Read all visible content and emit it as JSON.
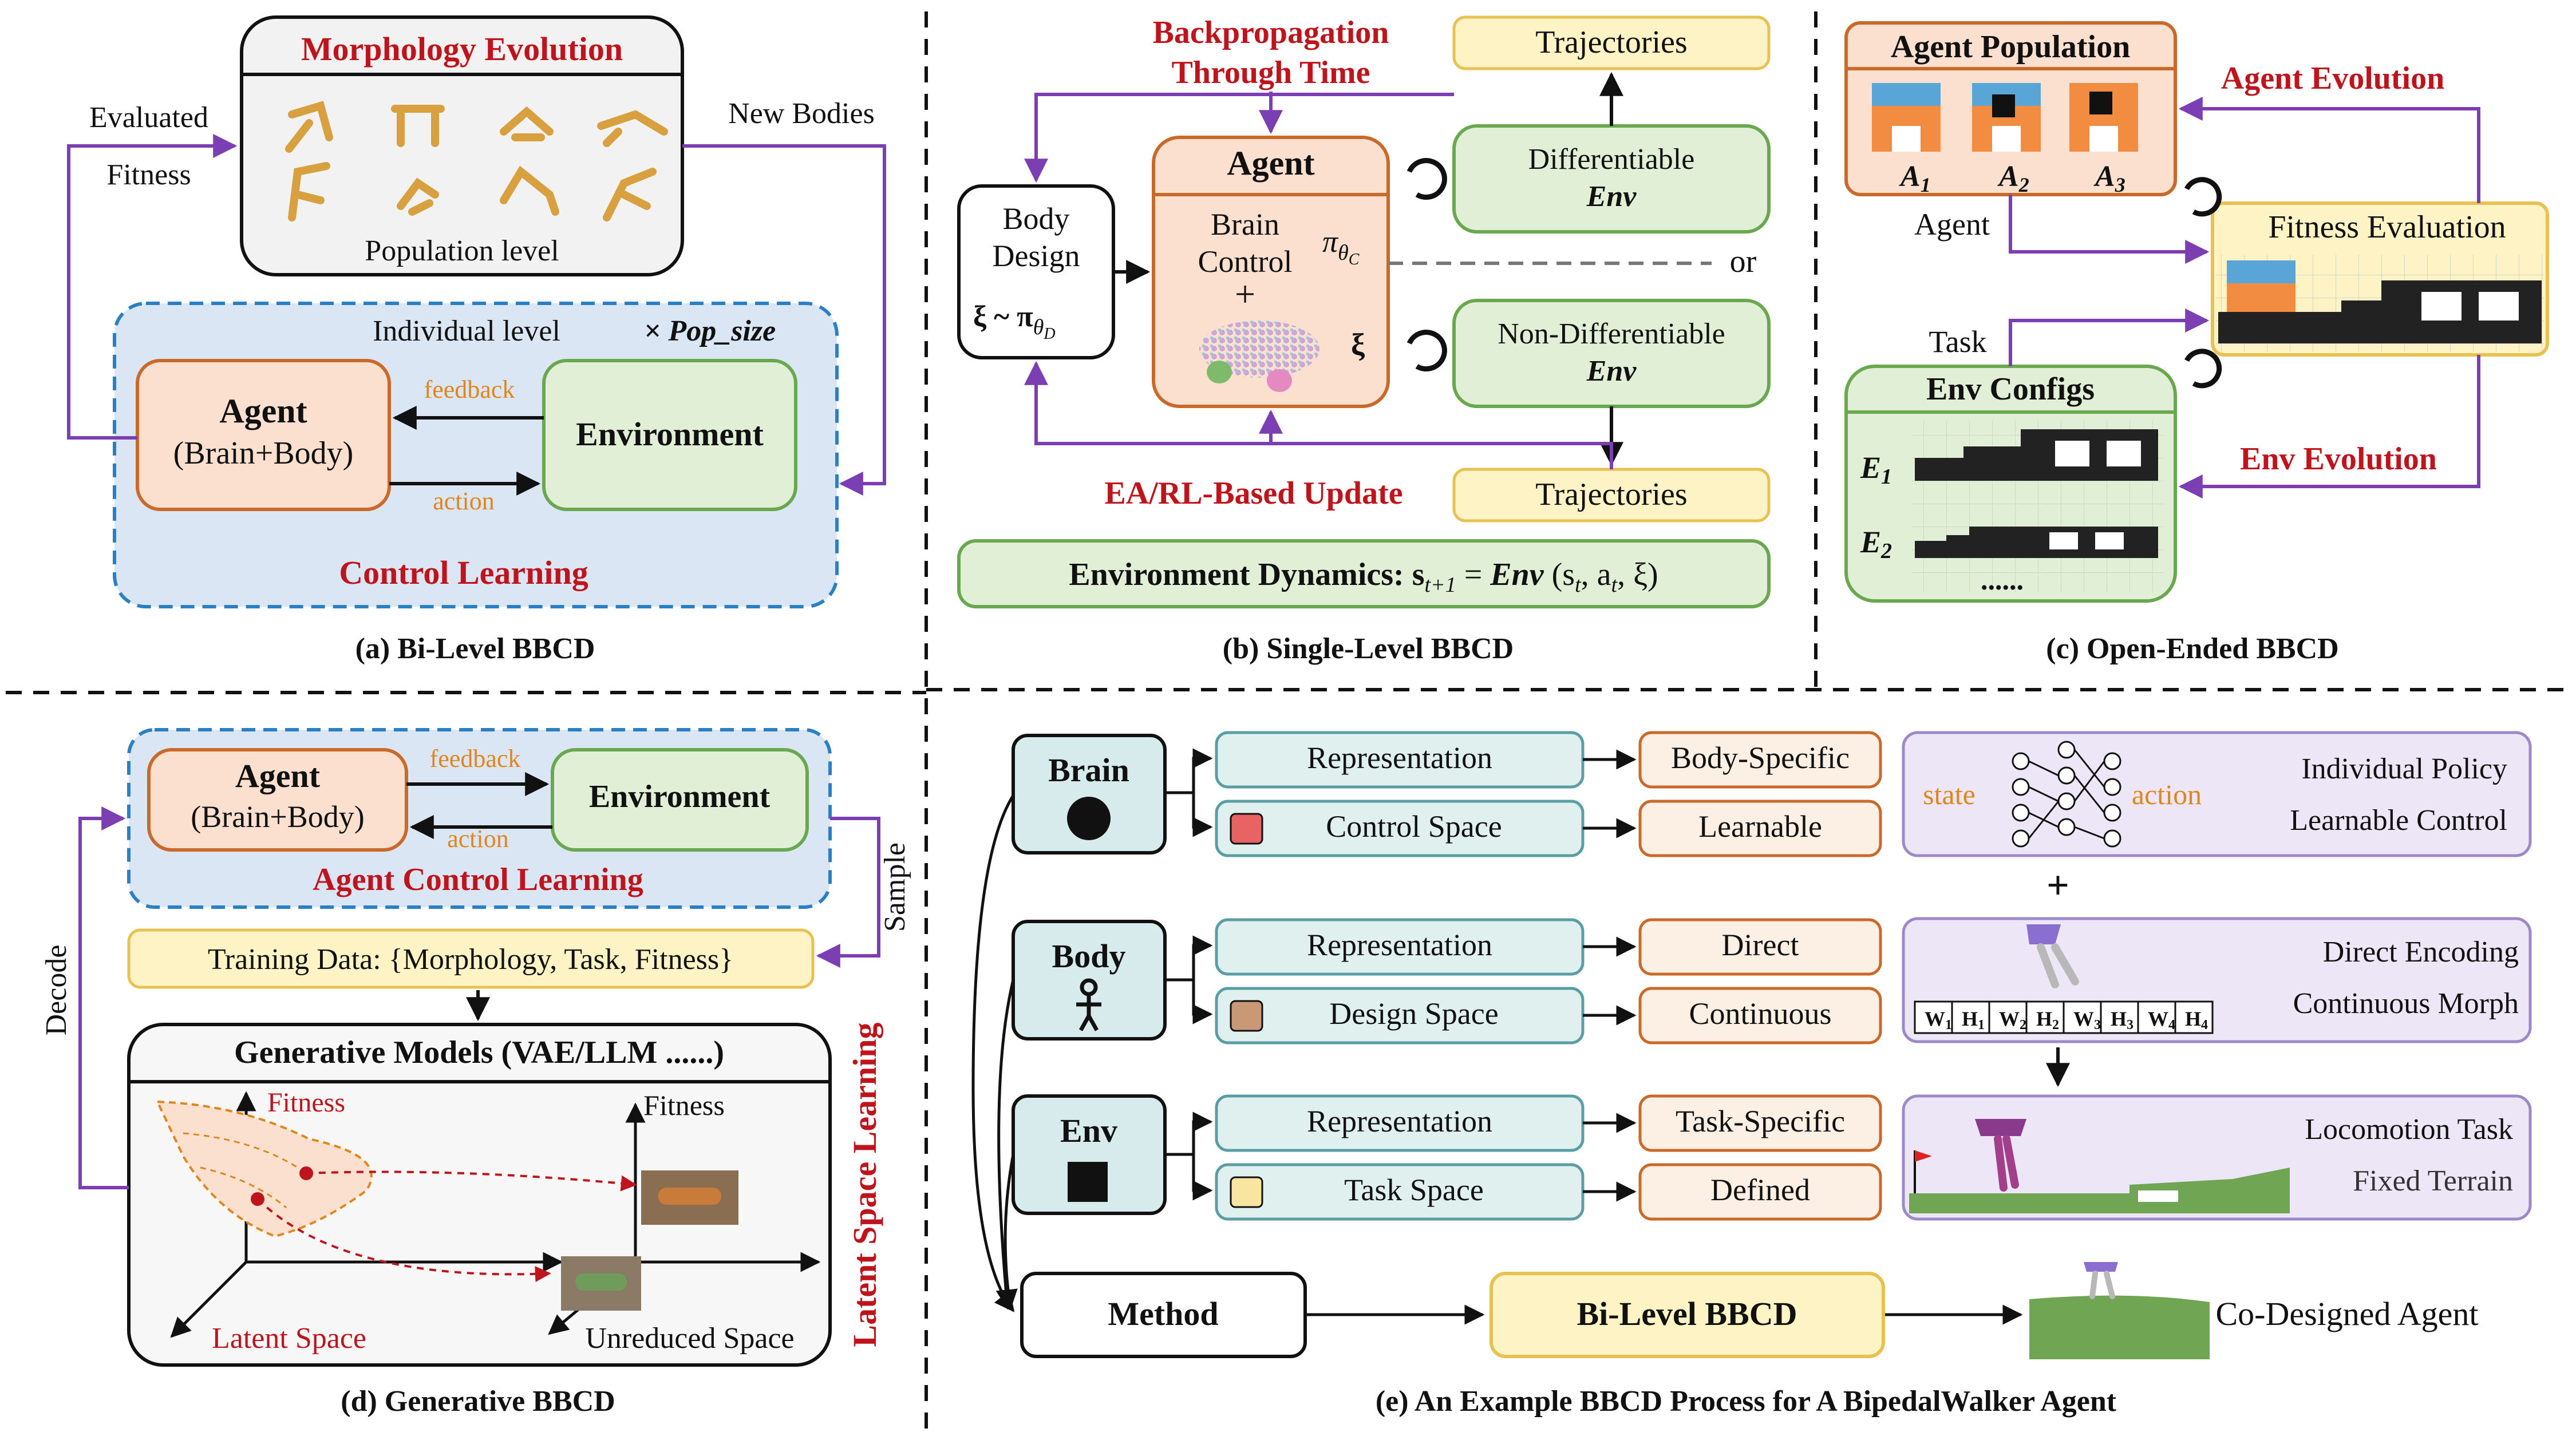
{
  "colors": {
    "purple": "#7b3fb3",
    "red": "#c0141c",
    "orange": "#e0861a",
    "blue_dash": "#2b7fc4",
    "agent_fill": "#fbe0cf",
    "agent_stroke": "#c96a2b",
    "env_fill": "#e1efd6",
    "env_stroke": "#6aa84f",
    "traj_fill": "#fdf3c4",
    "traj_stroke": "#e8c250",
    "lav_fill": "#ece6f7",
    "lav_stroke": "#9d89c9",
    "teal_fill": "#d7ebec",
    "teal_stroke": "#5a9ea5"
  },
  "panel_a": {
    "title": "Morphology Evolution",
    "population_level": "Population level",
    "evaluated": "Evaluated",
    "fitness": "Fitness",
    "new_bodies": "New Bodies",
    "individual_level": "Individual level",
    "pop_size": "× Pop_size",
    "agent": "Agent",
    "agent_sub": "(Brain+Body)",
    "environment": "Environment",
    "feedback": "feedback",
    "action": "action",
    "control_learning": "Control Learning",
    "caption": "(a)   Bi-Level BBCD"
  },
  "panel_b": {
    "bptt_line1": "Backpropagation",
    "bptt_line2": "Through Time",
    "trajectories_top": "Trajectories",
    "trajectories_bottom": "Trajectories",
    "body_design_line1": "Body",
    "body_design_line2": "Design",
    "xi_pi_d": "ξ ~ π",
    "theta_d": "θ",
    "d_sub": "D",
    "agent": "Agent",
    "brain_control_line1": "Brain",
    "brain_control_line2": "Control",
    "pi_c": "π",
    "theta_c": "θ",
    "c_sub": "C",
    "plus": "+",
    "xi": "ξ",
    "diff_env_line1": "Differentiable",
    "diff_env_line2": "Env",
    "or": "or",
    "nondiff_env_line1": "Non-Differentiable",
    "nondiff_env_line2": "Env",
    "ea_rl": "EA/RL-Based Update",
    "env_dynamics": "Environment Dynamics: s",
    "dyn_sub1": "t+1",
    "dyn_eq": " = ",
    "dyn_env": "Env",
    "dyn_args": " (s",
    "dyn_sub2": "t",
    "dyn_mid": ", a",
    "dyn_sub3": "t",
    "dyn_end": ", ξ)",
    "caption": "(b)   Single-Level BBCD"
  },
  "panel_c": {
    "agent_population": "Agent Population",
    "a_labels": [
      "A",
      "A",
      "A"
    ],
    "a_subs": [
      "1",
      "2",
      "3"
    ],
    "agent_evolution": "Agent Evolution",
    "agent": "Agent",
    "fitness_evaluation": "Fitness Evaluation",
    "task": "Task",
    "env_configs": "Env Configs",
    "e1": "E",
    "e1_sub": "1",
    "e2": "E",
    "e2_sub": "2",
    "dots": "......",
    "env_evolution": "Env Evolution",
    "caption": "(c)   Open-Ended BBCD"
  },
  "panel_d": {
    "agent": "Agent",
    "agent_sub": "(Brain+Body)",
    "environment": "Environment",
    "feedback": "feedback",
    "action": "action",
    "agent_control_learning": "Agent Control Learning",
    "sample": "Sample",
    "decode": "Decode",
    "training_data": "Training Data: {Morphology, Task, Fitness}",
    "generative_models": "Generative Models (VAE/LLM ......)",
    "fitness_red": "Fitness",
    "fitness_black": "Fitness",
    "latent_space": "Latent Space",
    "unreduced_space": "Unreduced Space",
    "latent_space_learning": "Latent Space Learning",
    "caption": "(d)   Generative BBCD"
  },
  "panel_e": {
    "brain": "Brain",
    "body": "Body",
    "env": "Env",
    "method": "Method",
    "rows": [
      {
        "rep": "Representation",
        "rep_val": "Body-Specific",
        "space": "Control Space",
        "space_val": "Learnable"
      },
      {
        "rep": "Representation",
        "rep_val": "Direct",
        "space": "Design Space",
        "space_val": "Continuous"
      },
      {
        "rep": "Representation",
        "rep_val": "Task-Specific",
        "space": "Task Space",
        "space_val": "Defined"
      }
    ],
    "state": "state",
    "action": "action",
    "individual_policy": "Individual Policy",
    "learnable_control": "Learnable Control",
    "plus": "+",
    "direct_encoding": "Direct Encoding",
    "continuous_morph": "Continuous Morph",
    "wh_cells": [
      "W",
      "H",
      "W",
      "H",
      "W",
      "H",
      "W",
      "H"
    ],
    "wh_subs": [
      "1",
      "1",
      "2",
      "2",
      "3",
      "3",
      "4",
      "4"
    ],
    "locomotion_task": "Locomotion Task",
    "fixed_terrain": "Fixed Terrain",
    "bi_level": "Bi-Level BBCD",
    "co_designed": "Co-Designed Agent",
    "caption": "(e)   An Example BBCD Process for A BipedalWalker Agent"
  }
}
